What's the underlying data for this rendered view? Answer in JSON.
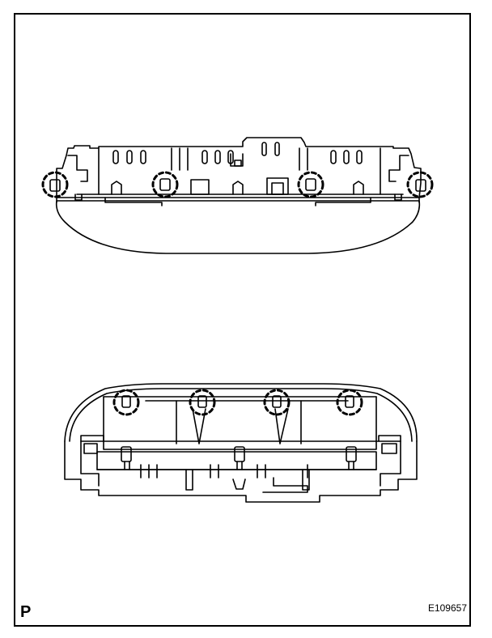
{
  "figure": {
    "corner_label": "P",
    "code": "E109657"
  },
  "colors": {
    "line": "#000000",
    "background": "#ffffff"
  },
  "callouts": {
    "top_view_count": 4,
    "bottom_view_count": 4,
    "style": "dashed-circle"
  }
}
